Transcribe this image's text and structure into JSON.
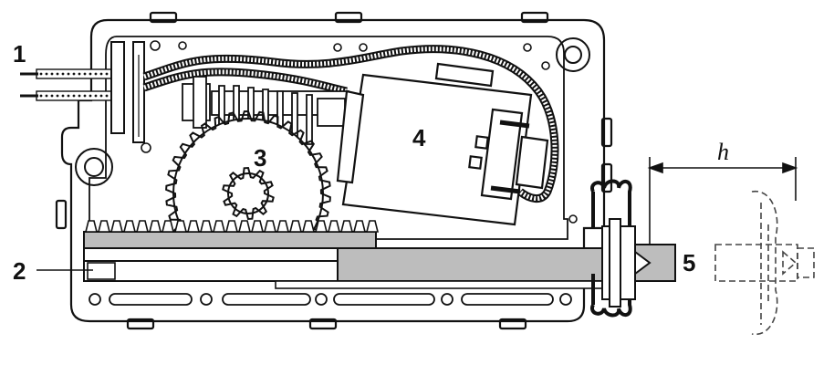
{
  "labels": {
    "connector": "1",
    "rack": "2",
    "gear": "3",
    "motor": "4",
    "plunger": "5",
    "stroke": "h"
  },
  "colors": {
    "ink": "#111111",
    "shade": "#bdbdbd",
    "paper": "#ffffff"
  }
}
